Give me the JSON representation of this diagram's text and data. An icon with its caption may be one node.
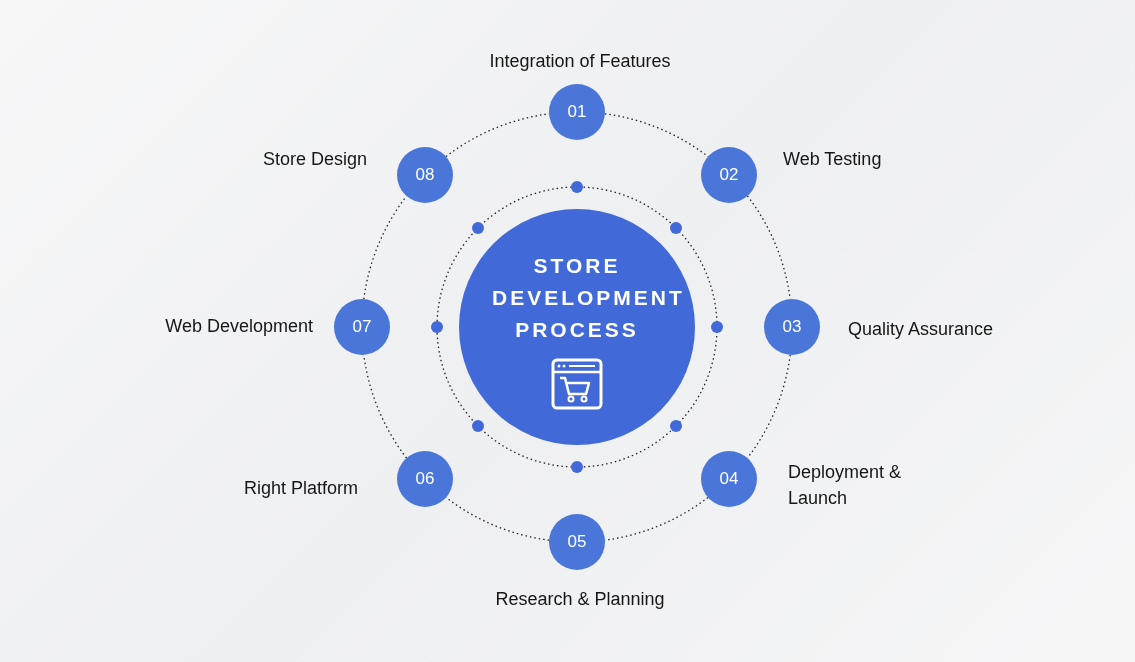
{
  "diagram": {
    "nodes": [
      {
        "text": [
          "STORE DEVELOPMENT PROCESS"
        ]
      },
      {
        "text": [
          "01"
        ],
        "beside": [
          "Integration of Features"
        ]
      },
      {
        "text": [
          "02"
        ],
        "beside": [
          "Web Testing"
        ]
      },
      {
        "text": [
          "03"
        ],
        "beside": [
          "Quality Assurance"
        ]
      },
      {
        "text": [
          "04"
        ],
        "beside": [
          "Deployment & Launch"
        ]
      },
      {
        "text": [
          "05"
        ],
        "beside": [
          "Research & Planning"
        ]
      },
      {
        "text": [
          "06"
        ],
        "beside": [
          "Right Platform"
        ]
      },
      {
        "text": [
          "07"
        ],
        "beside": [
          "Web Development"
        ]
      },
      {
        "text": [
          "08"
        ],
        "beside": [
          "Store Design"
        ]
      }
    ],
    "edges": [
      {
        "from": 1,
        "to": 2,
        "arrow": "none",
        "style": "dashed"
      },
      {
        "from": 2,
        "to": 3,
        "arrow": "none",
        "style": "dashed"
      },
      {
        "from": 3,
        "to": 4,
        "arrow": "none",
        "style": "dashed"
      },
      {
        "from": 4,
        "to": 5,
        "arrow": "none",
        "style": "dashed"
      },
      {
        "from": 5,
        "to": 6,
        "arrow": "none",
        "style": "dashed"
      },
      {
        "from": 6,
        "to": 7,
        "arrow": "none",
        "style": "dashed"
      },
      {
        "from": 7,
        "to": 8,
        "arrow": "none",
        "style": "dashed"
      },
      {
        "from": 8,
        "to": 1,
        "arrow": "none",
        "style": "dashed"
      }
    ]
  }
}
